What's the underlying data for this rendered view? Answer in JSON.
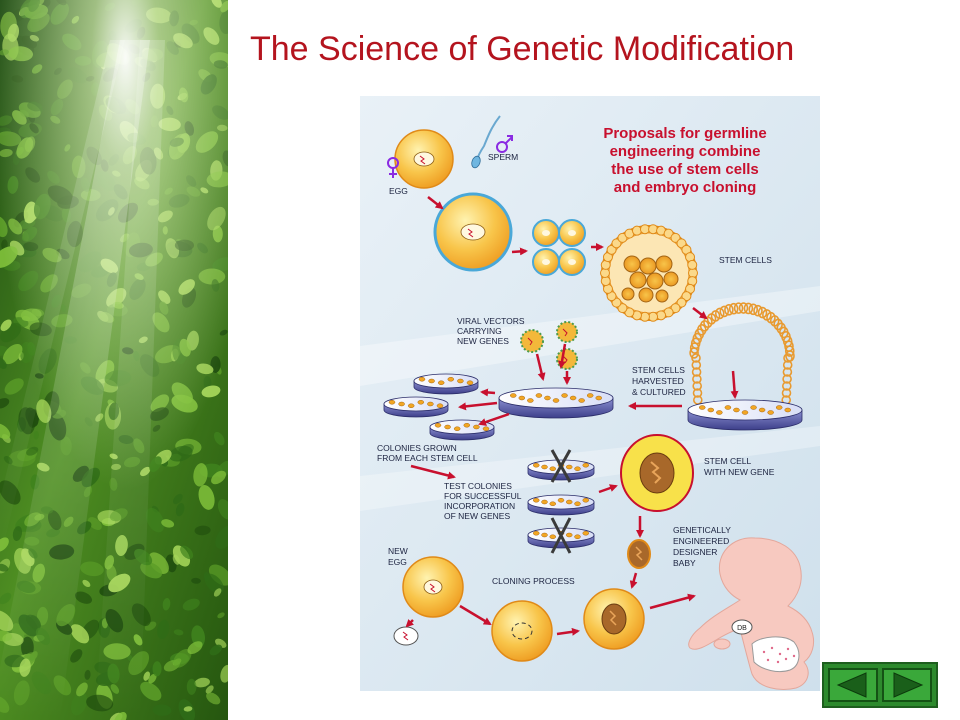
{
  "slide": {
    "title": "The Science of Genetic Modification"
  },
  "diagram": {
    "heading": [
      "Proposals for germline",
      "engineering combine",
      "the use of stem cells",
      "and embryo cloning"
    ],
    "labels": {
      "egg": "EGG",
      "sperm": "SPERM",
      "stem_cells": "STEM CELLS",
      "viral_vectors": [
        "VIRAL VECTORS",
        "CARRYING",
        "NEW GENES"
      ],
      "stem_cells_harvested": [
        "STEM CELLS",
        "HARVESTED",
        "& CULTURED"
      ],
      "colonies_grown": [
        "COLONIES GROWN",
        "FROM EACH STEM CELL"
      ],
      "test_colonies": [
        "TEST COLONIES",
        "FOR SUCCESSFUL",
        "INCORPORATION",
        "OF NEW GENES"
      ],
      "stem_cell_new_gene": [
        "STEM CELL",
        "WITH NEW GENE"
      ],
      "designer_baby": [
        "GENETICALLY",
        "ENGINEERED",
        "DESIGNER",
        "BABY"
      ],
      "new_egg": [
        "NEW",
        "EGG"
      ],
      "cloning_process": "CLONING PROCESS",
      "diaper_tag": "DB"
    }
  },
  "colors": {
    "title": "#b4141e",
    "heading": "#c8102e",
    "arrow": "#c8102e",
    "cell_orange": "#f2a623",
    "cell_outline": "#4aa8d8",
    "nav_green": "#2d8a2d"
  },
  "nav": {
    "prev_icon": "triangle-left-icon",
    "next_icon": "triangle-right-icon"
  }
}
